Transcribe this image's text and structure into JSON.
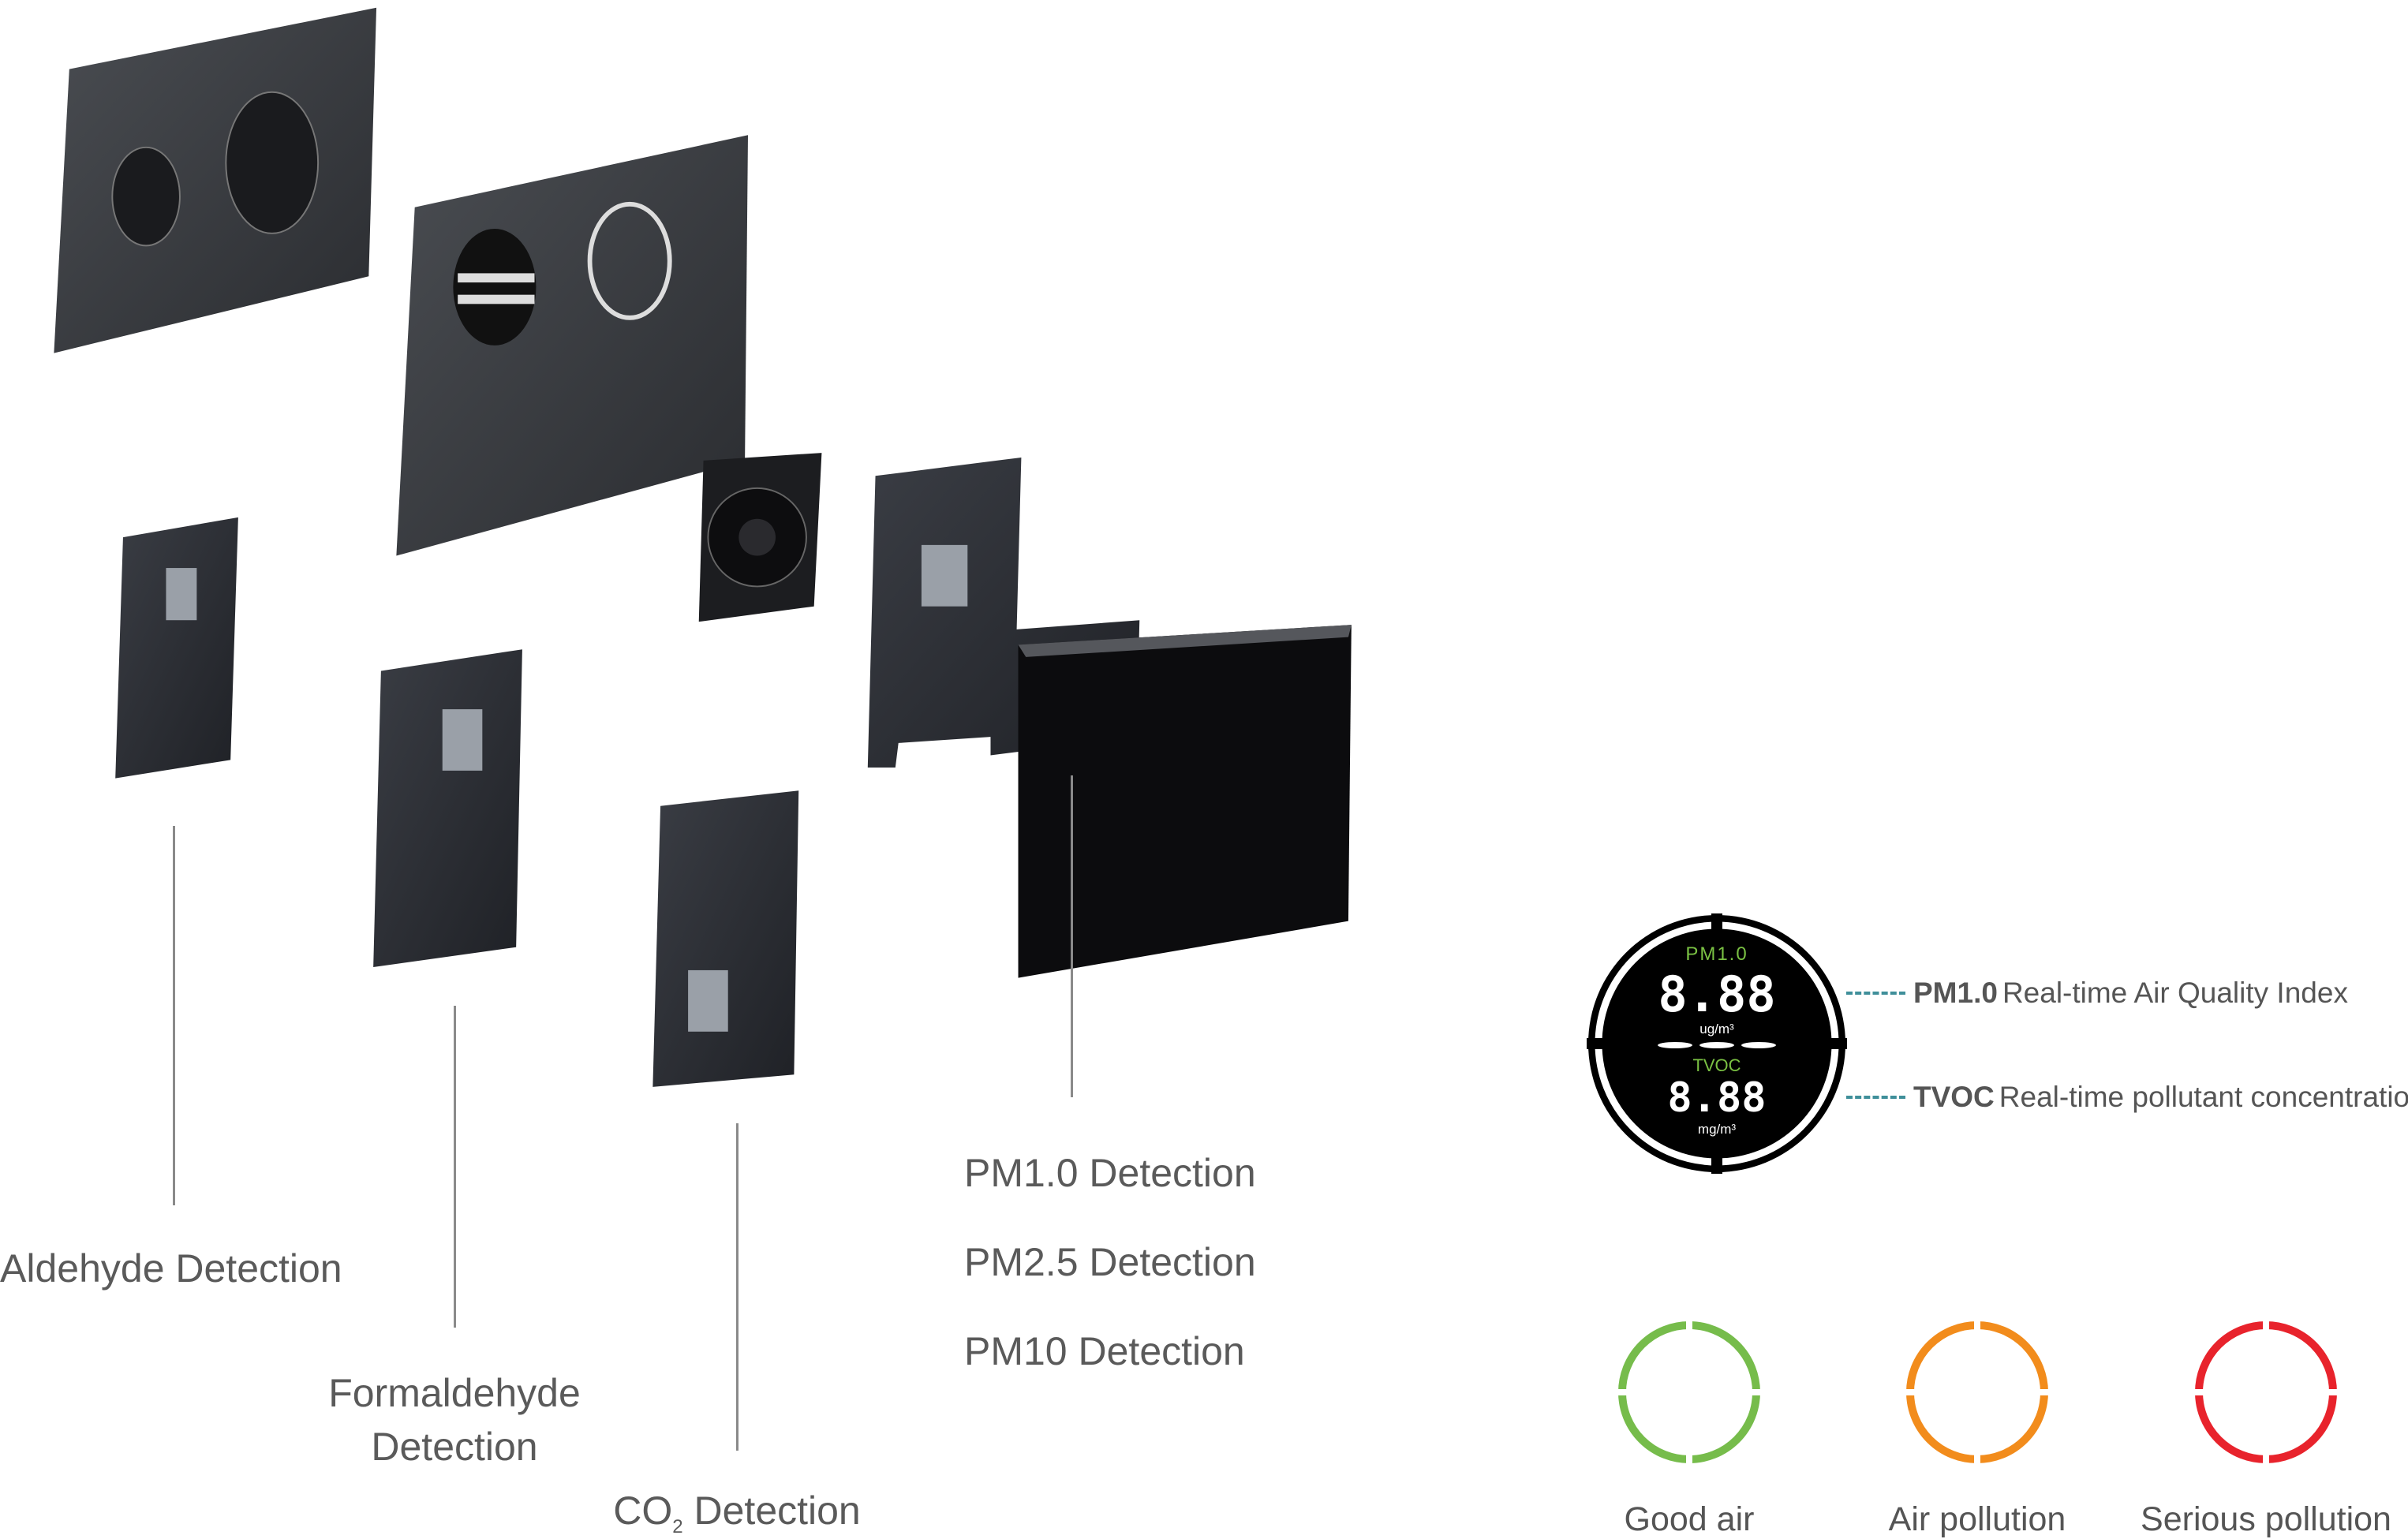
{
  "detections": {
    "aldehyde": "Aldehyde Detection",
    "formaldehyde_line1": "Formaldehyde",
    "formaldehyde_line2": "Detection",
    "co2_prefix": "CO",
    "co2_sub": "2",
    "co2_suffix": " Detection",
    "pm1": "PM1.0 Detection",
    "pm25": "PM2.5 Detection",
    "pm10": "PM10 Detection"
  },
  "display": {
    "top_label": "PM1.0",
    "top_value": "8.88",
    "top_unit": "ug/m³",
    "bottom_label": "TVOC",
    "bottom_value": "8.88",
    "bottom_unit": "mg/m³",
    "label_color": "#7ac143"
  },
  "callouts": [
    {
      "bold": "PM1.0",
      "text": "Real-time Air Quality Index"
    },
    {
      "bold": "TVOC",
      "text": "Real-time pollutant concentration"
    }
  ],
  "status_rings": [
    {
      "label": "Good air",
      "color": "#76bc4b"
    },
    {
      "label": "Air pollution",
      "color": "#f28c1c"
    },
    {
      "label": "Serious pollution",
      "color": "#e8232c"
    }
  ]
}
